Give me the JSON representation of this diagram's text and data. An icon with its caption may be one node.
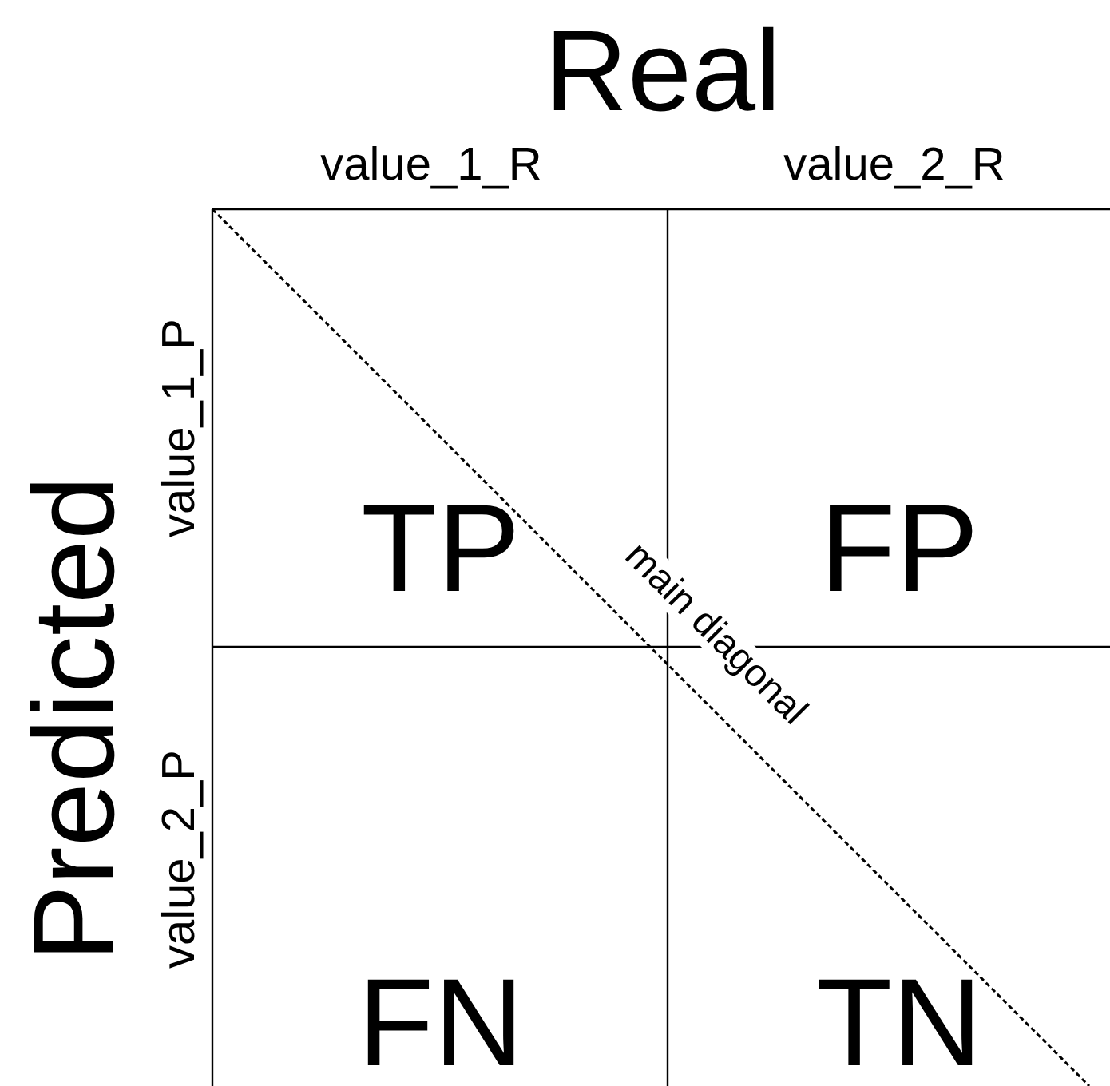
{
  "diagram": {
    "labels": [
      "Real",
      "value_1_R",
      "value_2_R",
      "Predicted",
      "value_1_P",
      "value_2_P",
      "TP",
      "FP",
      "FN",
      "TN",
      "main diagonal"
    ]
  }
}
